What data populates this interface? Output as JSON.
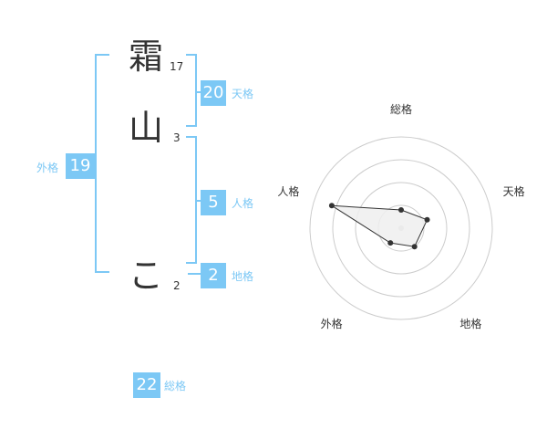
{
  "name": {
    "characters": [
      {
        "char": "霜",
        "strokes": "17"
      },
      {
        "char": "山",
        "strokes": "3"
      },
      {
        "char": "こ",
        "strokes": "2"
      }
    ]
  },
  "fortunes": {
    "tenkaku": {
      "value": "20",
      "label": "天格"
    },
    "jinkaku": {
      "value": "5",
      "label": "人格"
    },
    "chikaku": {
      "value": "2",
      "label": "地格"
    },
    "gaikaku": {
      "value": "19",
      "label": "外格"
    },
    "soukaku": {
      "value": "22",
      "label": "総格"
    }
  },
  "colors": {
    "accent": "#7cc8f5",
    "text": "#333333",
    "radar_fill": "#eeeeee",
    "radar_stroke": "#333333"
  },
  "chart_data": {
    "type": "radar",
    "axes": [
      "総格",
      "天格",
      "地格",
      "外格",
      "人格"
    ],
    "series": [
      {
        "values": [
          0.2,
          0.3,
          0.25,
          0.2,
          0.8
        ]
      }
    ],
    "range": [
      0,
      1
    ],
    "rings": 4
  }
}
